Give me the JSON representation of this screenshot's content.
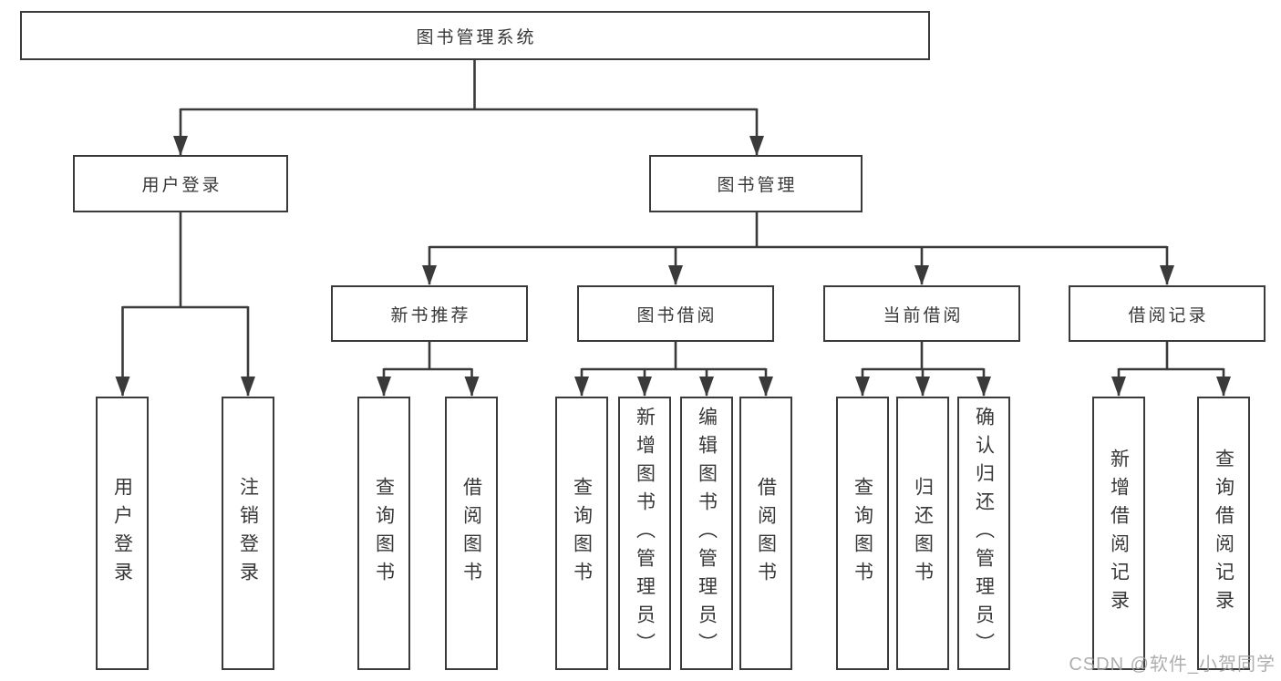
{
  "diagram": {
    "title": "图书管理系统",
    "branches": [
      {
        "label": "用户登录",
        "leaves": [
          "用户登录",
          "注销登录"
        ]
      },
      {
        "label": "图书管理",
        "groups": [
          {
            "label": "新书推荐",
            "leaves": [
              "查询图书",
              "借阅图书"
            ]
          },
          {
            "label": "图书借阅",
            "leaves": [
              "查询图书",
              "新增图书（管理员）",
              "编辑图书（管理员）",
              "借阅图书"
            ]
          },
          {
            "label": "当前借阅",
            "leaves": [
              "查询图书",
              "归还图书",
              "确认归还（管理员）"
            ]
          },
          {
            "label": "借阅记录",
            "leaves": [
              "新增借阅记录",
              "查询借阅记录"
            ]
          }
        ]
      }
    ]
  },
  "watermark": "CSDN @软件_小贺同学",
  "colors": {
    "line": "#3a3a3a",
    "background": "#ffffff",
    "watermark": "#a0a0a0"
  }
}
